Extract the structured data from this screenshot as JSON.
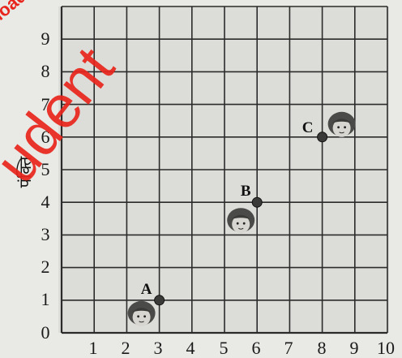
{
  "grid": {
    "x_min": 0,
    "x_max": 10,
    "y_min": 0,
    "y_max": 10,
    "x_ticks": [
      "1",
      "2",
      "3",
      "4",
      "5",
      "6",
      "7",
      "8",
      "9",
      "10"
    ],
    "y_ticks": [
      "0",
      "1",
      "2",
      "3",
      "4",
      "5",
      "6",
      "7",
      "8",
      "9"
    ],
    "line_color": "#2b2b2b",
    "paper_color": "#e9e9e5"
  },
  "y_axis_label": "पंक्ति",
  "points": [
    {
      "label": "A",
      "x": 3,
      "y": 1
    },
    {
      "label": "B",
      "x": 6,
      "y": 4
    },
    {
      "label": "C",
      "x": 8,
      "y": 6
    }
  ],
  "figures": [
    {
      "icon": "child-face-icon",
      "near": "A"
    },
    {
      "icon": "child-face-icon",
      "near": "B"
    },
    {
      "icon": "child-face-icon",
      "near": "C"
    }
  ],
  "watermark": {
    "main": "udent",
    "small": "load",
    "color": "#e8251c"
  }
}
